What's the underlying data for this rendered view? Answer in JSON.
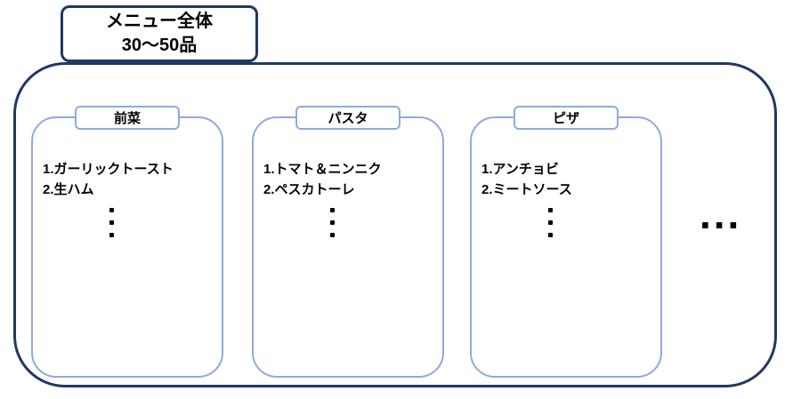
{
  "diagram": {
    "title": {
      "line1": "メニュー全体",
      "line2": "30〜50品"
    },
    "groups": [
      {
        "label": "前菜",
        "items": [
          "1.ガーリックトースト",
          "2.生ハム"
        ]
      },
      {
        "label": "パスタ",
        "items": [
          "1.トマト＆ニンニク",
          "2.ペスカトーレ"
        ]
      },
      {
        "label": "ピザ",
        "items": [
          "1.アンチョビ",
          "2.ミートソース"
        ]
      }
    ],
    "more_indicator": "...",
    "colors": {
      "outer_border": "#1f3864",
      "inner_border": "#8faadc",
      "text": "#000000",
      "background": "#ffffff"
    }
  }
}
